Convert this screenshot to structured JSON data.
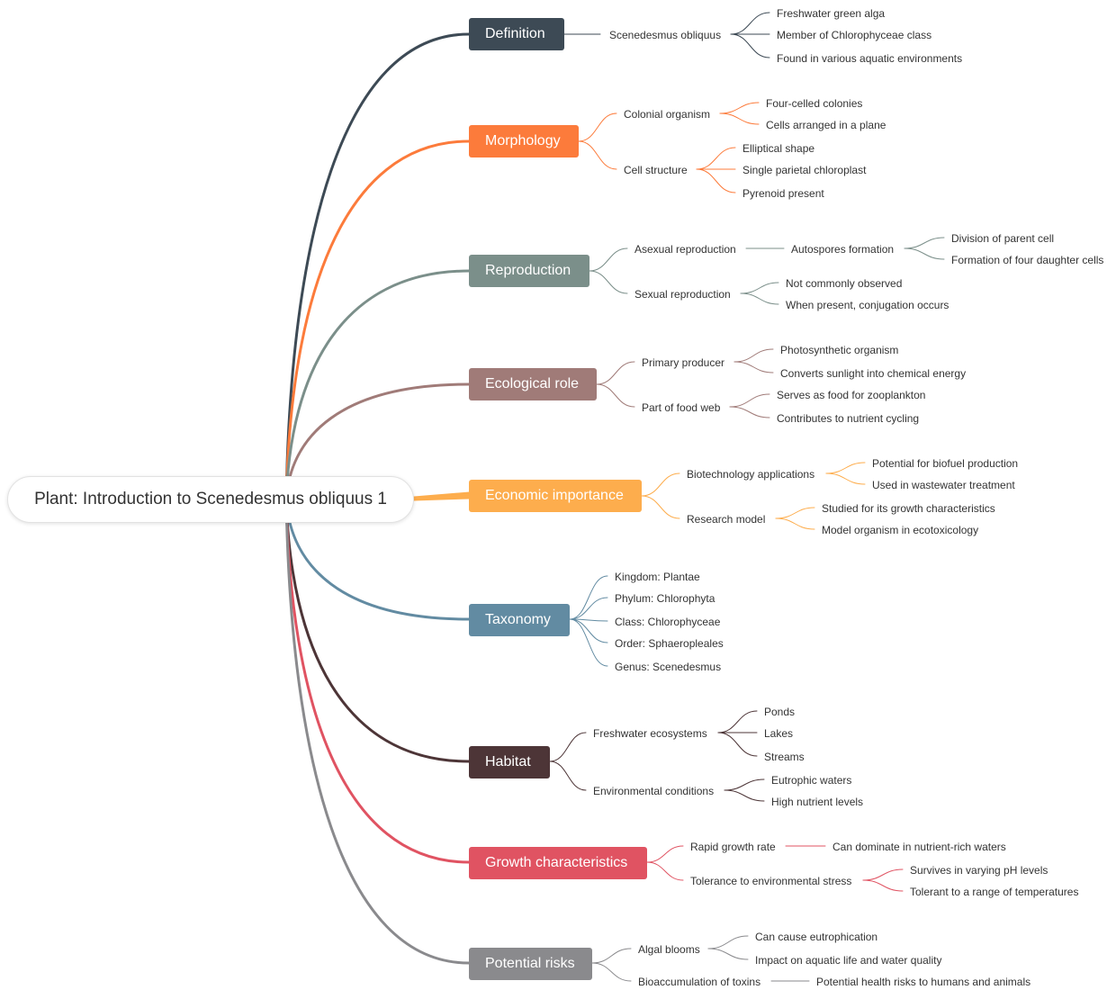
{
  "root": {
    "label": "Plant: Introduction to Scenedesmus obliquus 1"
  },
  "branches": [
    {
      "label": "Definition",
      "color": "#3d4a55",
      "children": [
        {
          "label": "Scenedesmus obliquus",
          "children": [
            {
              "label": "Freshwater green alga"
            },
            {
              "label": "Member of Chlorophyceae class"
            },
            {
              "label": "Found in various aquatic environments"
            }
          ]
        }
      ]
    },
    {
      "label": "Morphology",
      "color": "#fc7b3b",
      "children": [
        {
          "label": "Colonial organism",
          "children": [
            {
              "label": "Four-celled colonies"
            },
            {
              "label": "Cells arranged in a plane"
            }
          ]
        },
        {
          "label": "Cell structure",
          "children": [
            {
              "label": "Elliptical shape"
            },
            {
              "label": "Single parietal chloroplast"
            },
            {
              "label": "Pyrenoid present"
            }
          ]
        }
      ]
    },
    {
      "label": "Reproduction",
      "color": "#7b8f8a",
      "children": [
        {
          "label": "Asexual reproduction",
          "children": [
            {
              "label": "Autospores formation",
              "children": [
                {
                  "label": "Division of parent cell"
                },
                {
                  "label": "Formation of four daughter cells"
                }
              ]
            }
          ]
        },
        {
          "label": "Sexual reproduction",
          "children": [
            {
              "label": "Not commonly observed"
            },
            {
              "label": "When present, conjugation occurs"
            }
          ]
        }
      ]
    },
    {
      "label": "Ecological role",
      "color": "#a07b78",
      "children": [
        {
          "label": "Primary producer",
          "children": [
            {
              "label": "Photosynthetic organism"
            },
            {
              "label": "Converts sunlight into chemical energy"
            }
          ]
        },
        {
          "label": "Part of food web",
          "children": [
            {
              "label": "Serves as food for zooplankton"
            },
            {
              "label": "Contributes to nutrient cycling"
            }
          ]
        }
      ]
    },
    {
      "label": "Economic importance",
      "color": "#fdad4d",
      "children": [
        {
          "label": "Biotechnology applications",
          "children": [
            {
              "label": "Potential for biofuel production"
            },
            {
              "label": "Used in wastewater treatment"
            }
          ]
        },
        {
          "label": "Research model",
          "children": [
            {
              "label": "Studied for its growth characteristics"
            },
            {
              "label": "Model organism in ecotoxicology"
            }
          ]
        }
      ]
    },
    {
      "label": "Taxonomy",
      "color": "#628ba2",
      "children": [
        {
          "label": "Kingdom: Plantae"
        },
        {
          "label": "Phylum: Chlorophyta"
        },
        {
          "label": "Class: Chlorophyceae"
        },
        {
          "label": "Order: Sphaeropleales"
        },
        {
          "label": "Genus: Scenedesmus"
        }
      ]
    },
    {
      "label": "Habitat",
      "color": "#4d3537",
      "children": [
        {
          "label": "Freshwater ecosystems",
          "children": [
            {
              "label": "Ponds"
            },
            {
              "label": "Lakes"
            },
            {
              "label": "Streams"
            }
          ]
        },
        {
          "label": "Environmental conditions",
          "children": [
            {
              "label": "Eutrophic waters"
            },
            {
              "label": "High nutrient levels"
            }
          ]
        }
      ]
    },
    {
      "label": "Growth characteristics",
      "color": "#e05362",
      "children": [
        {
          "label": "Rapid growth rate",
          "children": [
            {
              "label": "Can dominate in nutrient-rich waters"
            }
          ]
        },
        {
          "label": "Tolerance to environmental stress",
          "children": [
            {
              "label": "Survives in varying pH levels"
            },
            {
              "label": "Tolerant to a range of temperatures"
            }
          ]
        }
      ]
    },
    {
      "label": "Potential risks",
      "color": "#8a8a8d",
      "children": [
        {
          "label": "Algal blooms",
          "children": [
            {
              "label": "Can cause eutrophication"
            },
            {
              "label": "Impact on aquatic life and water quality"
            }
          ]
        },
        {
          "label": "Bioaccumulation of toxins",
          "children": [
            {
              "label": "Potential health risks to humans and animals"
            }
          ]
        }
      ]
    }
  ]
}
